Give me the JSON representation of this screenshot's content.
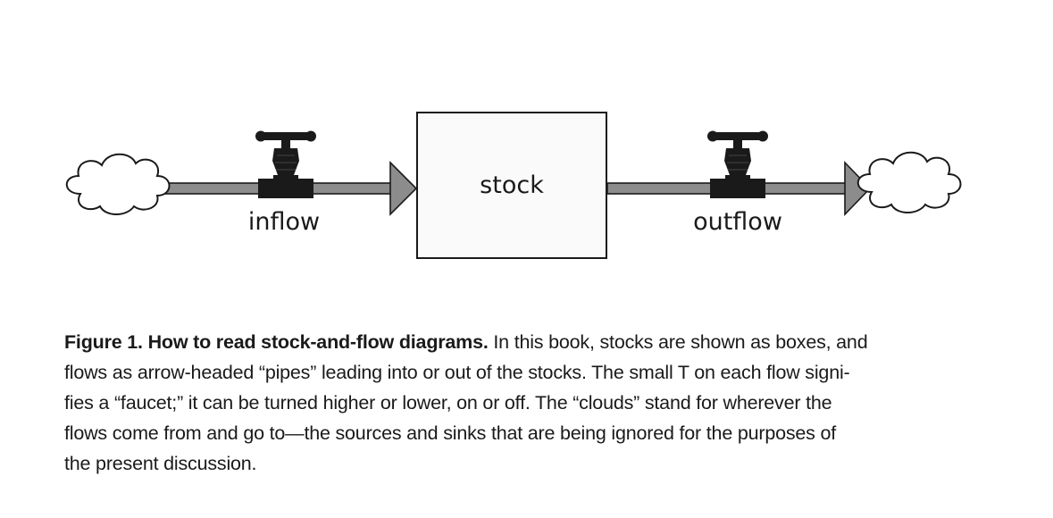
{
  "diagram": {
    "stock_label": "stock",
    "inflow_label": "inflow",
    "outflow_label": "outflow",
    "colors": {
      "pipe": "#8c8c8c",
      "outline": "#1a1a1a",
      "valve": "#1a1a1a",
      "stock_fill": "#fafafa",
      "cloud_fill": "#ffffff"
    },
    "icons": [
      "cloud-source-icon",
      "faucet-icon",
      "cloud-sink-icon"
    ]
  },
  "caption": {
    "bold": "Figure 1. How to read stock-and-flow diagrams.",
    "lines": [
      " In this book, stocks are shown as boxes, and",
      "flows as arrow-headed “pipes” leading into or out of the stocks. The small T on each flow signi-",
      "fies a “faucet;” it can be turned higher or lower, on or off. The “clouds” stand for wherever the",
      "flows come from and go to—the sources and sinks that are being ignored for the purposes of",
      "the present discussion."
    ]
  }
}
